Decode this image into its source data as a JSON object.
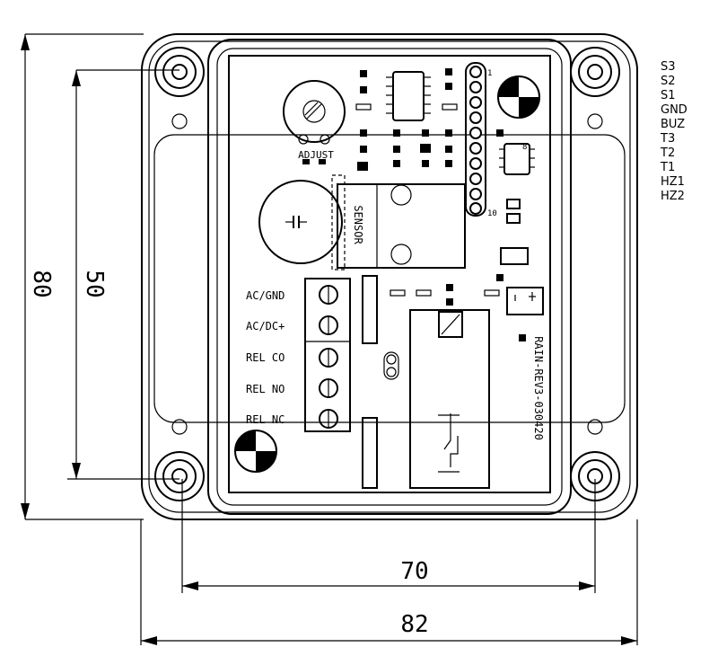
{
  "dimensions": {
    "outer_height": "80",
    "inner_height": "50",
    "inner_width": "70",
    "outer_width": "82"
  },
  "pin_labels": [
    "S3",
    "S2",
    "S1",
    "GND",
    "BUZ",
    "T3",
    "T2",
    "T1",
    "HZ1",
    "HZ2"
  ],
  "board": {
    "adjust_label": "ADJUST",
    "sensor_label": "SENSOR",
    "revision": "RAIN-REV3-030420",
    "header_pin_1": "1",
    "header_pin_10": "10",
    "ic_pin": "8"
  },
  "terminals": [
    "AC/GND",
    "AC/DC+",
    "REL CO",
    "REL NO",
    "REL NC"
  ],
  "colors": {
    "line": "#000000",
    "background": "#ffffff"
  }
}
